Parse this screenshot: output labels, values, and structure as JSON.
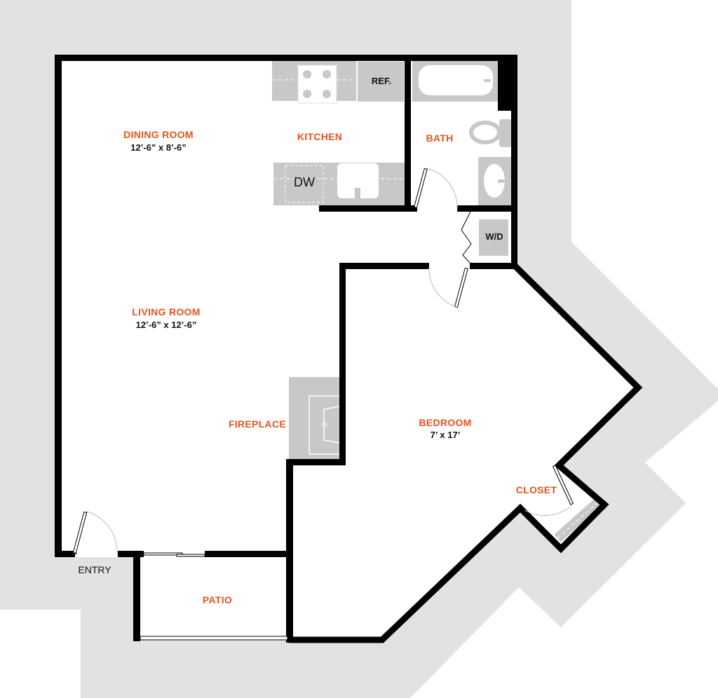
{
  "colors": {
    "background": "#e2e2e2",
    "wall": "#000000",
    "fixture": "#c8c8c8",
    "room_label": "#e8531e",
    "text": "#111111"
  },
  "rooms": {
    "dining": {
      "name": "DINING ROOM",
      "dims": "12’-6” x 8’-6”"
    },
    "kitchen": {
      "name": "KITCHEN"
    },
    "bath": {
      "name": "BATH"
    },
    "living": {
      "name": "LIVING ROOM",
      "dims": "12’-6” x 12’-6”"
    },
    "fireplace": {
      "name": "FIREPLACE"
    },
    "bedroom": {
      "name": "BEDROOM",
      "dims": "7’ x 17’"
    },
    "closet": {
      "name": "CLOSET"
    },
    "patio": {
      "name": "PATIO"
    },
    "entry": {
      "name": "ENTRY"
    }
  },
  "fixtures": {
    "refrigerator": "REF.",
    "dishwasher": "DW",
    "washer_dryer": "W/D"
  }
}
